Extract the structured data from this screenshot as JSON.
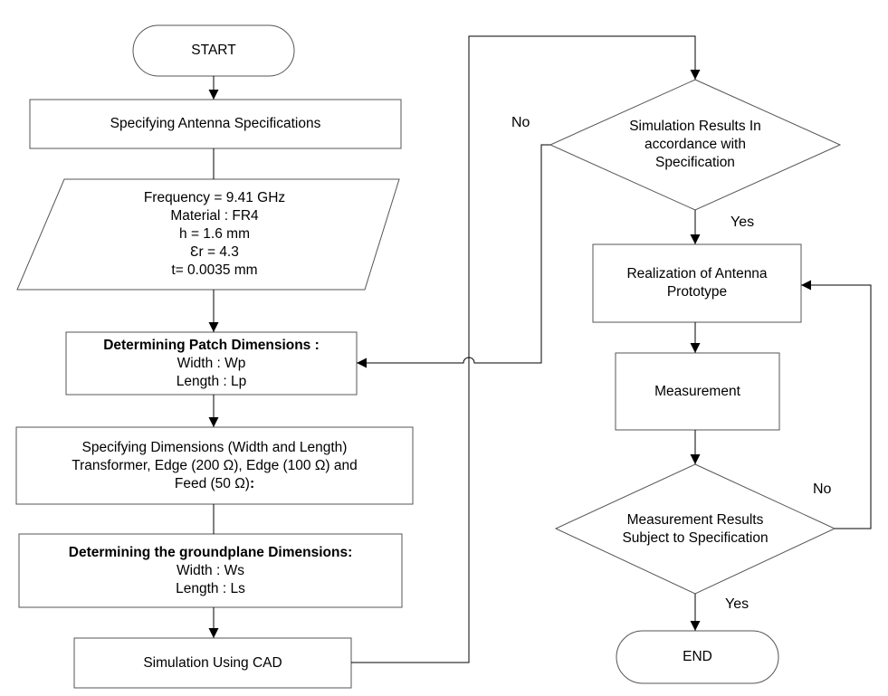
{
  "start": "START",
  "specify_antenna": "Specifying Antenna Specifications",
  "parameters": {
    "frequency": "Frequency = 9.41 GHz",
    "material": "Material : FR4",
    "h": "h = 1.6 mm",
    "er": "Ɛr = 4.3",
    "t": "t= 0.0035 mm"
  },
  "patch": {
    "title": "Determining Patch Dimensions :",
    "width": "Width : Wp",
    "length": "Length : Lp"
  },
  "dimensions": {
    "line1": "Specifying Dimensions (Width and Length)",
    "line2": "Transformer, Edge (200 Ω), Edge (100 Ω) and",
    "line3_pre": "Feed (50 Ω)",
    "line3_colon": ":"
  },
  "groundplane": {
    "title": "Determining the groundplane Dimensions:",
    "width": "Width : Ws",
    "length": "Length : Ls"
  },
  "simulation": "Simulation Using CAD",
  "decision_sim": {
    "line1": "Simulation Results In",
    "line2": "accordance with",
    "line3": "Specification"
  },
  "realization": {
    "line1": "Realization of Antenna",
    "line2": "Prototype"
  },
  "measurement": "Measurement",
  "decision_meas": {
    "line1": "Measurement Results",
    "line2": "Subject to Specification"
  },
  "end": "END",
  "labels": {
    "no_sim": "No",
    "yes_sim": "Yes",
    "no_meas": "No",
    "yes_meas": "Yes"
  }
}
